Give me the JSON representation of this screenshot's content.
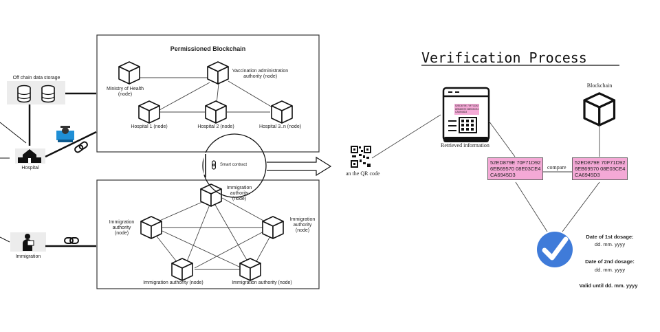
{
  "left_panel": {
    "offchain_label": "Off chain data storage",
    "hospital_label": "Hospital",
    "immigration_label": "Immigration"
  },
  "permissioned_blockchain": {
    "title": "Permissioned Blockchain",
    "nodes": {
      "ministry": "Ministry of Health\n(node)",
      "vaccination": "Vaccination administration\nauthority (node)",
      "hospital1": "Hospital 1 (node)",
      "hospital2": "Hospital 2 (node)",
      "hospital3": "Hospital  3..n (node)"
    }
  },
  "smart_contract": {
    "label": "Smart contract"
  },
  "immigration_network": {
    "nodes": {
      "top": "Immigration\nauthority\n(node)",
      "left": "Immigration\nauthority\n(node)",
      "right": "Immigration\nauthority\n(node)",
      "bottom_left": "Immigration authority  (node)",
      "bottom_right": "Immigration authority  (node)"
    }
  },
  "verification": {
    "title": "Verification Process ",
    "qr_label": "an the QR code",
    "retrieved_label": "Retrieved information",
    "blockchain_label": "Blockchain",
    "compare_label": "compare",
    "hash_left": [
      "52ED879E 70F71D92",
      "6EB69570 08E03CE4",
      "CA6945D3"
    ],
    "hash_right": [
      "52ED879E 70F71D92",
      "6EB69570 08E03CE4",
      "CA6945D3"
    ],
    "screen_hash": [
      "52ED879E 70F71D92",
      "6EB69570 08E03CE4",
      "CA6945D3"
    ],
    "dose1_title": "Date of 1st dosage:",
    "dose1_value": "dd. mm. yyyy",
    "dose2_title": "Date of 2nd dosage:",
    "dose2_value": "dd. mm. yyyy",
    "valid_until": "Valid until dd. mm. yyyy"
  },
  "colors": {
    "hash_fill": "#f4a9d6",
    "check_blue": "#3f7bd9",
    "worker_blue": "#1f8fd6"
  }
}
